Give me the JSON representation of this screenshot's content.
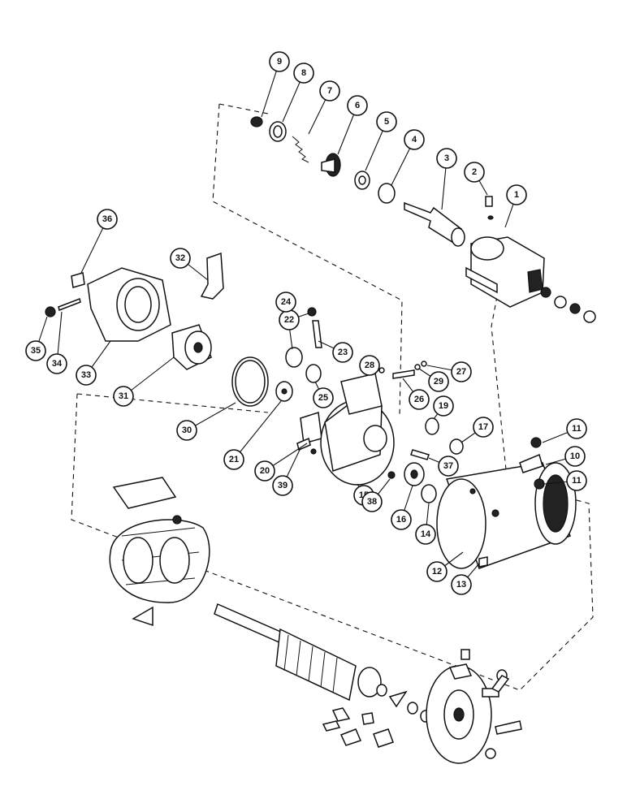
{
  "callouts": [
    "1",
    "2",
    "3",
    "4",
    "5",
    "6",
    "7",
    "8",
    "9",
    "10",
    "11",
    "12",
    "13",
    "14",
    "15",
    "16",
    "17",
    "19",
    "20",
    "21",
    "22",
    "23",
    "24",
    "25",
    "26",
    "27",
    "28",
    "29",
    "30",
    "31",
    "32",
    "33",
    "34",
    "35",
    "36",
    "37",
    "38",
    "39"
  ]
}
